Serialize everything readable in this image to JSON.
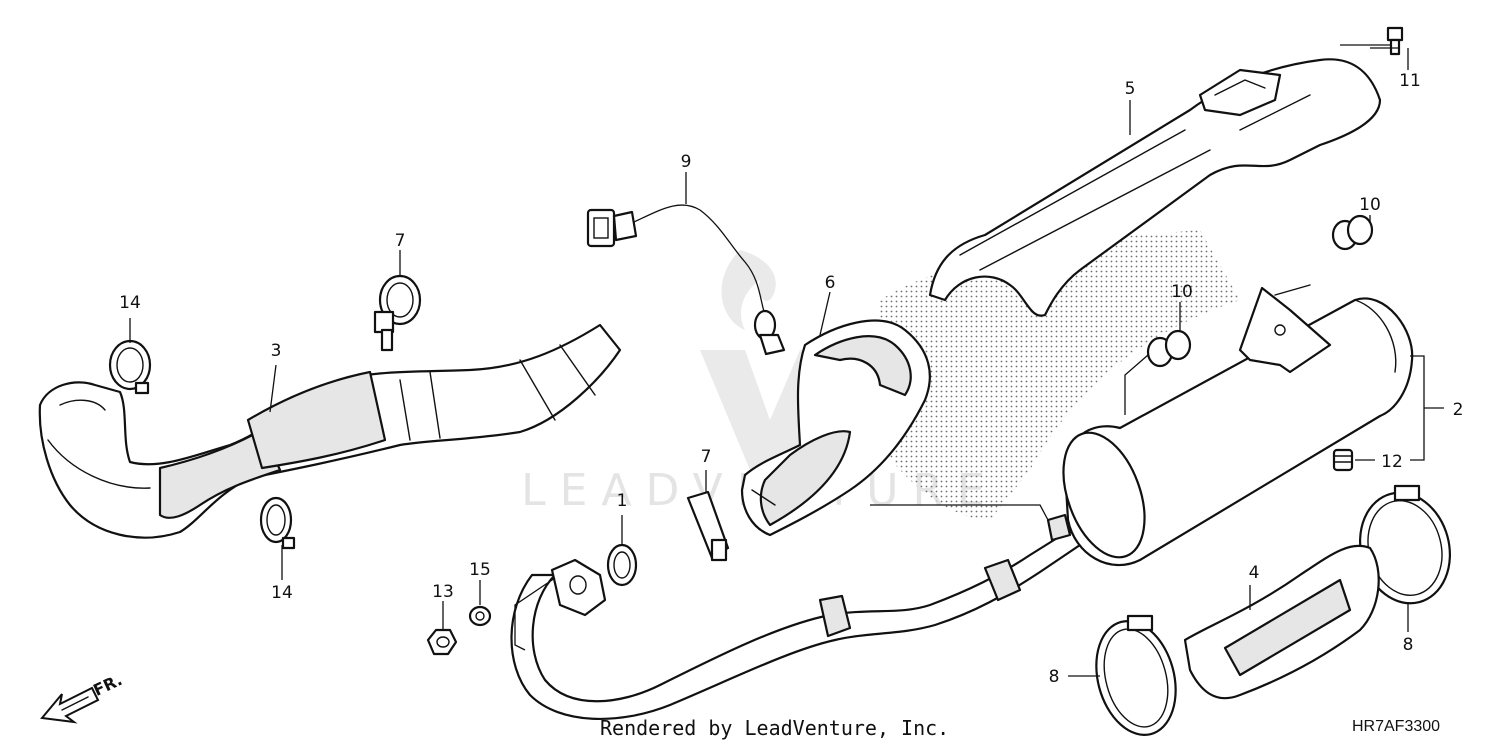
{
  "diagram": {
    "callouts": [
      "1",
      "2",
      "3",
      "4",
      "5",
      "6",
      "7",
      "7",
      "8",
      "8",
      "9",
      "10",
      "10",
      "11",
      "12",
      "13",
      "14",
      "14",
      "15"
    ],
    "front_indicator": "FR.",
    "watermark": "LEADVENTURE",
    "footer": "Rendered by LeadVenture, Inc.",
    "diagram_code": "HR7AF3300"
  }
}
